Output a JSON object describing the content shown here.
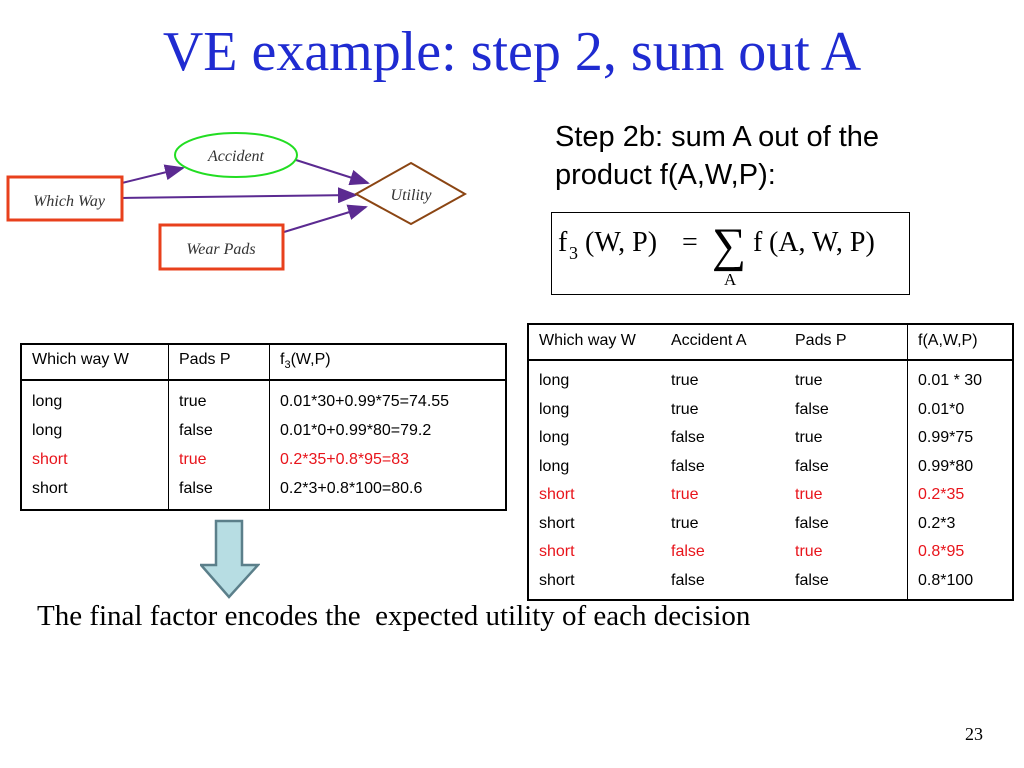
{
  "title": "VE example: step 2, sum out A",
  "diagram": {
    "nodes": {
      "accident": "Accident",
      "which_way": "Which Way",
      "utility": "Utility",
      "wear_pads": "Wear Pads"
    },
    "colors": {
      "chance_node": "#22dd22",
      "decision_node": "#e8401c",
      "utility_node": "#8b4513",
      "edge": "#5b2a91"
    }
  },
  "step": {
    "line1": "Step 2b: sum A out of the",
    "line2": "product f(A,W,P):"
  },
  "formula": {
    "lhs_f": "f",
    "lhs_sub": "3",
    "lhs_args": "(W, P)",
    "equals": "=",
    "sigma": "∑",
    "sigma_sub": "A",
    "rhs_f": "f",
    "rhs_args": "(A, W, P)"
  },
  "left_table": {
    "headers": [
      "Which way W",
      "Pads P",
      "f",
      "3",
      "(W,P)"
    ],
    "rows": [
      {
        "w": "long",
        "p": "true",
        "f": "0.01*30+0.99*75=74.55",
        "highlight": false
      },
      {
        "w": "long",
        "p": "false",
        "f": "0.01*0+0.99*80=79.2",
        "highlight": false
      },
      {
        "w": "short",
        "p": "true",
        "f": "0.2*35+0.8*95=83",
        "highlight": true
      },
      {
        "w": "short",
        "p": "false",
        "f": "0.2*3+0.8*100=80.6",
        "highlight": false
      }
    ]
  },
  "right_table": {
    "header_w": "Which way W",
    "header_a": "Accident A",
    "header_p": "Pads P",
    "header_f": "f(A,W,P)",
    "rows": [
      {
        "w": "long",
        "a": "true",
        "p": "true",
        "f": "0.01 * 30",
        "highlight": false
      },
      {
        "w": "long",
        "a": "true",
        "p": "false",
        "f": "0.01*0",
        "highlight": false
      },
      {
        "w": "long",
        "a": "false",
        "p": "true",
        "f": "0.99*75",
        "highlight": false
      },
      {
        "w": "long",
        "a": "false",
        "p": "false",
        "f": "0.99*80",
        "highlight": false
      },
      {
        "w": "short",
        "a": "true",
        "p": "true",
        "f": "0.2*35",
        "highlight": true
      },
      {
        "w": "short",
        "a": "true",
        "p": "false",
        "f": "0.2*3",
        "highlight": false
      },
      {
        "w": "short",
        "a": "false",
        "p": "true",
        "f": "0.8*95",
        "highlight": true
      },
      {
        "w": "short",
        "a": "false",
        "p": "false",
        "f": "0.8*100",
        "highlight": false
      }
    ]
  },
  "arrow_icon": "down-arrow-icon",
  "caption": "The final factor encodes the  expected utility of each decision",
  "page_number": "23"
}
